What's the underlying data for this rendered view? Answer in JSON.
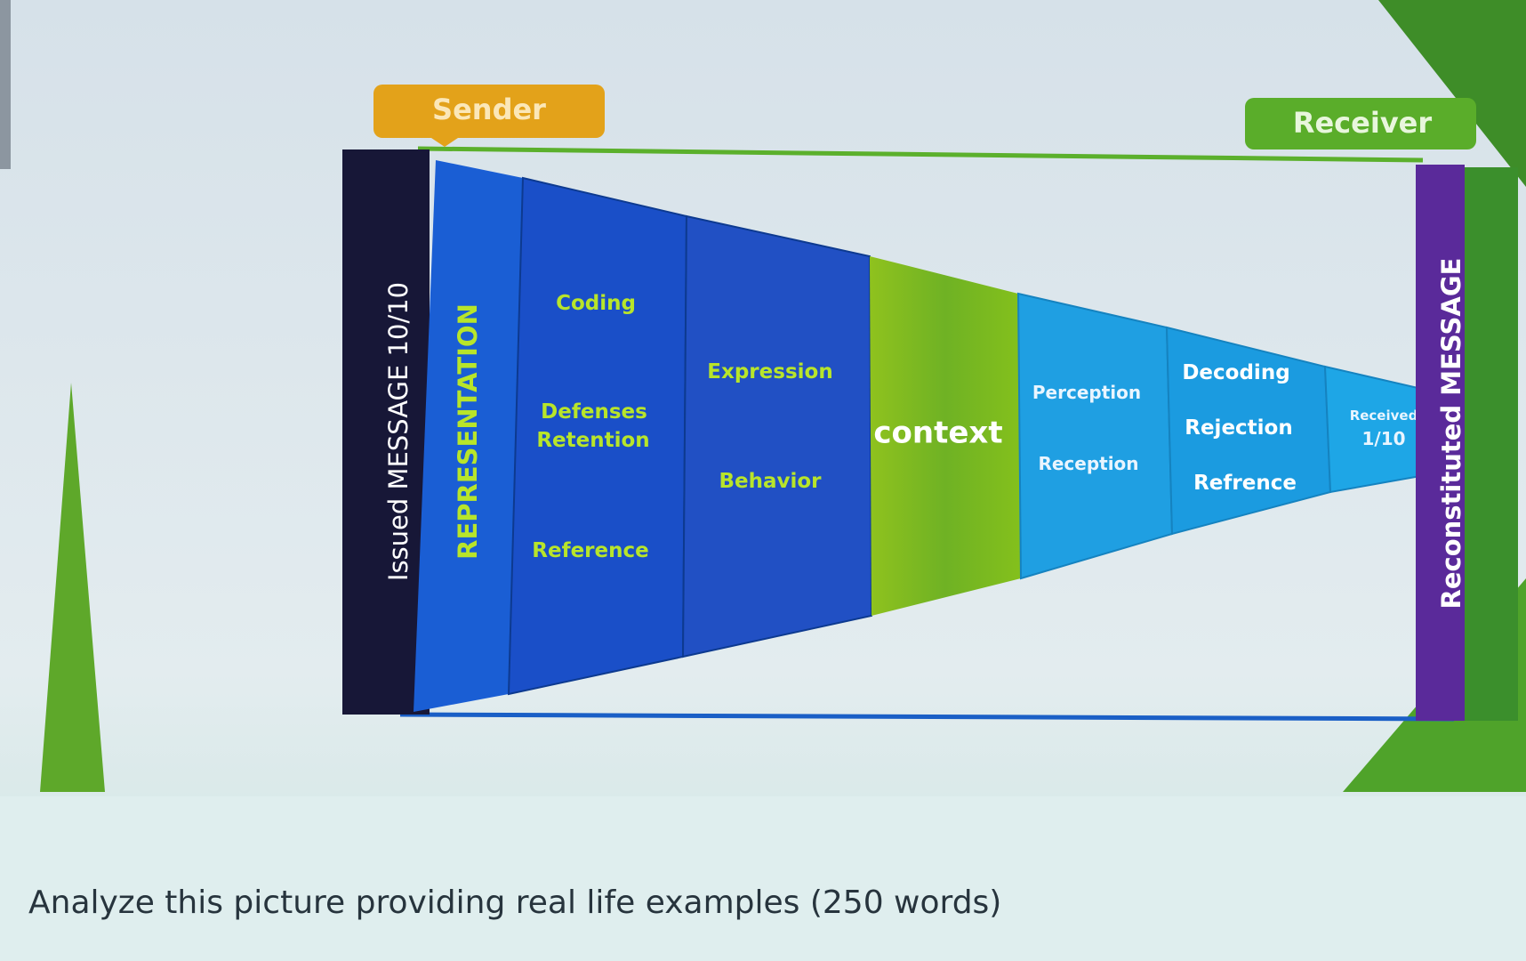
{
  "diagram": {
    "sender_label": "Sender",
    "receiver_label": "Receiver",
    "issued_message": "Issued MESSAGE 10/10",
    "representation": "REPRESENTATION",
    "reconstituted_message": "Reconstituted MESSAGE",
    "segment_1": {
      "coding": "Coding",
      "defenses": "Defenses",
      "retention": "Retention",
      "reference": "Reference"
    },
    "segment_2": {
      "expression": "Expression",
      "behavior": "Behavior"
    },
    "segment_3": {
      "context": "context"
    },
    "segment_4": {
      "perception": "Perception",
      "reception": "Reception"
    },
    "segment_5": {
      "decoding": "Decoding",
      "rejection": "Rejection",
      "refrence": "Refrence"
    },
    "segment_6": {
      "received": "Received",
      "fraction": "1/10"
    }
  },
  "caption": "Analyze this picture providing real life examples (250 words)",
  "colors": {
    "sender": "#e3a21a",
    "receiver": "#5aad2a",
    "dark_bar": "#171737",
    "blue_dark": "#1a4fc8",
    "blue_mid": "#2150c4",
    "green": "#7cbd1e",
    "blue_light": "#1d9fe0",
    "purple": "#5a2a9a",
    "accent_green": "#5bb02c"
  }
}
